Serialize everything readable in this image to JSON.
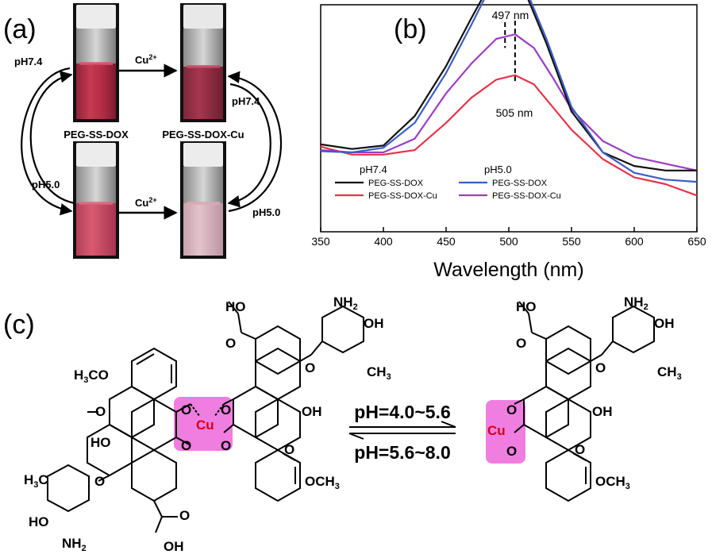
{
  "panels": {
    "a": {
      "label": "(a)",
      "vials": {
        "top_left_caption": "PEG-SS-DOX",
        "top_right_caption": "PEG-SS-DOX-Cu"
      },
      "arrows": {
        "top_cu": "Cu",
        "top_cu_sup": "2+",
        "bottom_cu": "Cu",
        "bottom_cu_sup": "2+",
        "left_top": "pH7.4",
        "left_bottom": "pH5.0",
        "right_top": "pH7.4",
        "right_bottom": "pH5.0"
      }
    },
    "b": {
      "label": "(b)",
      "annot_497": "497 nm",
      "annot_505": "505 nm",
      "legend_ph74": "pH7.4",
      "legend_ph50": "pH5.0"
    },
    "c": {
      "label": "(c)",
      "eq_top": "pH=4.0~5.6",
      "eq_bottom": "pH=5.6~8.0",
      "cu": "Cu"
    }
  },
  "chart_data": {
    "type": "line",
    "xlabel": "Wavelength (nm)",
    "ylabel": "",
    "xlim": [
      350,
      650
    ],
    "ylim": [
      0,
      1
    ],
    "x_ticks": [
      350,
      400,
      450,
      500,
      550,
      600,
      650
    ],
    "annotations": [
      "497 nm",
      "505 nm"
    ],
    "colors": {
      "ph74_dox": "#111111",
      "ph74_dox_cu": "#e8334a",
      "ph50_dox": "#3a5ec4",
      "ph50_dox_cu": "#9b3dc4"
    },
    "series": [
      {
        "name": "PEG-SS-DOX",
        "group": "pH7.4",
        "x": [
          350,
          375,
          400,
          425,
          450,
          470,
          480,
          490,
          497,
          505,
          515,
          530,
          550,
          575,
          600,
          625,
          650
        ],
        "values": [
          0.175,
          0.155,
          0.17,
          0.3,
          0.52,
          0.73,
          0.83,
          0.9,
          0.93,
          0.91,
          0.82,
          0.62,
          0.32,
          0.14,
          0.08,
          0.06,
          0.06
        ]
      },
      {
        "name": "PEG-SS-DOX-Cu",
        "group": "pH7.4",
        "x": [
          350,
          375,
          400,
          425,
          450,
          470,
          490,
          505,
          520,
          535,
          550,
          575,
          600,
          625,
          650
        ],
        "values": [
          0.165,
          0.13,
          0.13,
          0.15,
          0.27,
          0.38,
          0.46,
          0.48,
          0.44,
          0.34,
          0.24,
          0.11,
          0.03,
          0.0,
          -0.05
        ]
      },
      {
        "name": "PEG-SS-DOX",
        "group": "pH5.0",
        "x": [
          350,
          375,
          400,
          425,
          450,
          470,
          480,
          490,
          497,
          505,
          515,
          530,
          550,
          575,
          600,
          625,
          650
        ],
        "values": [
          0.145,
          0.14,
          0.16,
          0.27,
          0.49,
          0.7,
          0.81,
          0.89,
          0.93,
          0.92,
          0.84,
          0.64,
          0.34,
          0.14,
          0.05,
          0.02,
          0.01
        ]
      },
      {
        "name": "PEG-SS-DOX-Cu",
        "group": "pH5.0",
        "x": [
          350,
          375,
          400,
          425,
          450,
          470,
          490,
          505,
          520,
          535,
          550,
          575,
          600,
          625,
          650
        ],
        "values": [
          0.15,
          0.14,
          0.14,
          0.2,
          0.4,
          0.53,
          0.64,
          0.66,
          0.6,
          0.47,
          0.33,
          0.19,
          0.12,
          0.09,
          0.06
        ]
      }
    ]
  }
}
